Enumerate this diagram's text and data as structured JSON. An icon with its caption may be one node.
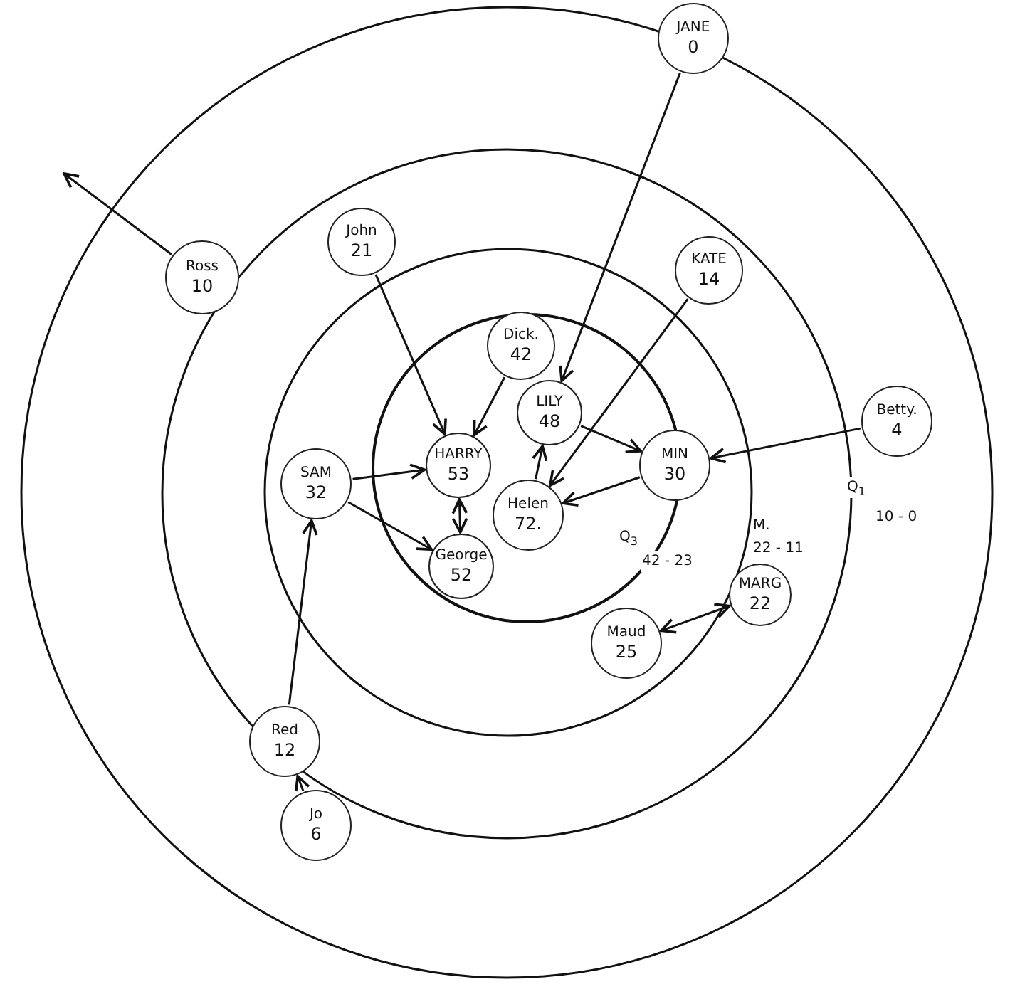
{
  "diagram": {
    "nodes": [
      {
        "text": [
          "JANE",
          "0"
        ]
      },
      {
        "text": [
          "Ross",
          "10"
        ]
      },
      {
        "text": [
          "John",
          "21"
        ]
      },
      {
        "text": [
          "KATE",
          "14"
        ]
      },
      {
        "text": [
          "Dick.",
          "42"
        ]
      },
      {
        "text": [
          "LILY",
          "48"
        ]
      },
      {
        "text": [
          "Betty.",
          "4"
        ]
      },
      {
        "text": [
          "MIN",
          "30"
        ]
      },
      {
        "text": [
          "SAM",
          "32"
        ]
      },
      {
        "text": [
          "HARRY",
          "53"
        ]
      },
      {
        "text": [
          "Helen",
          "72."
        ]
      },
      {
        "text": [
          "George",
          "52"
        ]
      },
      {
        "text": [
          "MARG",
          "22"
        ]
      },
      {
        "text": [
          "Maud",
          "25"
        ]
      },
      {
        "text": [
          "Red",
          "12"
        ]
      },
      {
        "text": [
          "Jo",
          "6"
        ]
      }
    ],
    "edges": [
      {
        "from": 1,
        "to": null,
        "arrow": "to"
      },
      {
        "from": 0,
        "to": 5,
        "arrow": "to"
      },
      {
        "from": 2,
        "to": 9,
        "arrow": "to"
      },
      {
        "from": 3,
        "to": 10,
        "arrow": "to"
      },
      {
        "from": 4,
        "to": 9,
        "arrow": "to"
      },
      {
        "from": 5,
        "to": 7,
        "arrow": "to"
      },
      {
        "from": 10,
        "to": 5,
        "arrow": "to"
      },
      {
        "from": 6,
        "to": 7,
        "arrow": "to"
      },
      {
        "from": 7,
        "to": 10,
        "arrow": "to"
      },
      {
        "from": 8,
        "to": 9,
        "arrow": "to"
      },
      {
        "from": 8,
        "to": 11,
        "arrow": "to"
      },
      {
        "from": 9,
        "to": 11,
        "arrow": "both"
      },
      {
        "from": 13,
        "to": 12,
        "arrow": "both"
      },
      {
        "from": 14,
        "to": 8,
        "arrow": "to"
      },
      {
        "from": 15,
        "to": 14,
        "arrow": "to"
      }
    ],
    "labels": [
      "Q$_{1}$",
      "10 - 0",
      "M.",
      "22 - 11",
      "Q$_{3}$",
      "42 - 23"
    ]
  }
}
